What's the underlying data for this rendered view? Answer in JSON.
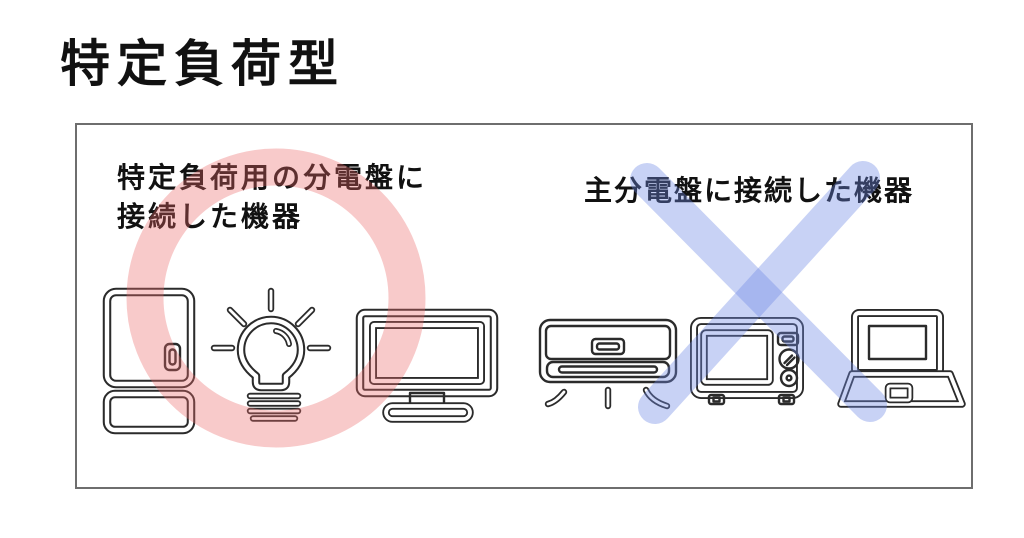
{
  "page": {
    "title": "特定負荷型",
    "background_color": "#ffffff",
    "frame_border_color": "#6e6e6e",
    "icon_stroke_color": "#2b2b2b"
  },
  "left_panel": {
    "heading_line1": "特定負荷用の分電盤に",
    "heading_line2": "接続した機器",
    "mark": "ok-circle",
    "mark_color": "rgba(235,103,103,0.35)",
    "devices": [
      "refrigerator-icon",
      "light-bulb-icon",
      "monitor-icon"
    ]
  },
  "right_panel": {
    "heading": "主分電盤に接続した機器",
    "mark": "ng-cross",
    "mark_color": "rgba(110,137,229,0.38)",
    "devices": [
      "air-conditioner-icon",
      "microwave-icon",
      "laptop-icon"
    ]
  }
}
